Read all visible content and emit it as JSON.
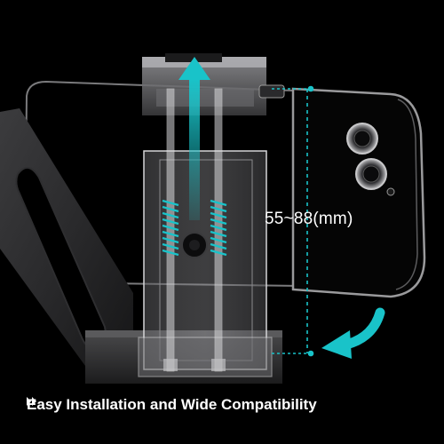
{
  "image": {
    "subject": "phone-holder-with-handheld-console",
    "colors": {
      "background": "#000000",
      "accent": "#19c3c9",
      "text": "#ffffff",
      "metal": "#4a4a4c"
    }
  },
  "measurement": {
    "label": "55~88(mm)"
  },
  "caption": {
    "text": "Easy Installation and Wide Compatibility"
  }
}
